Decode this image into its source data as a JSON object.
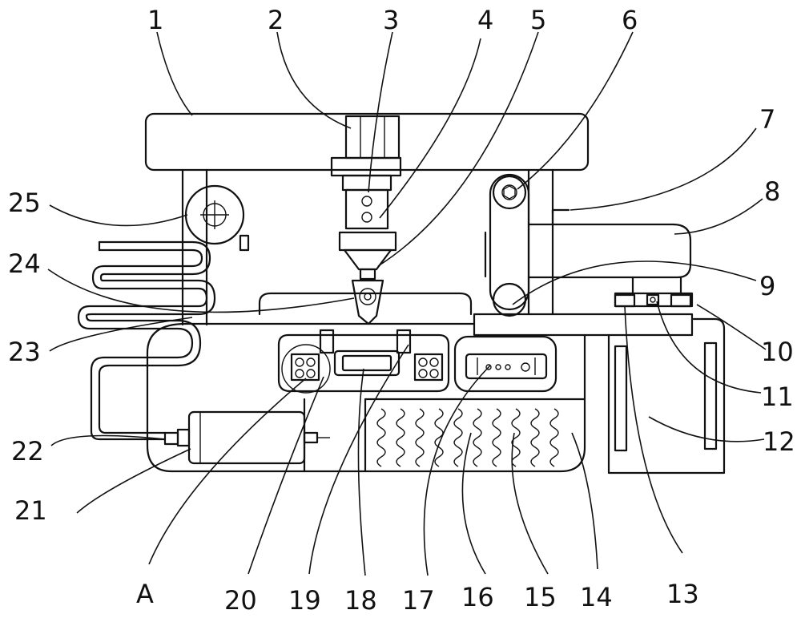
{
  "callouts": [
    "1",
    "2",
    "3",
    "4",
    "5",
    "6",
    "7",
    "8",
    "9",
    "10",
    "11",
    "12",
    "13",
    "14",
    "15",
    "16",
    "17",
    "18",
    "19",
    "20",
    "21",
    "22",
    "23",
    "24",
    "25",
    "A"
  ]
}
